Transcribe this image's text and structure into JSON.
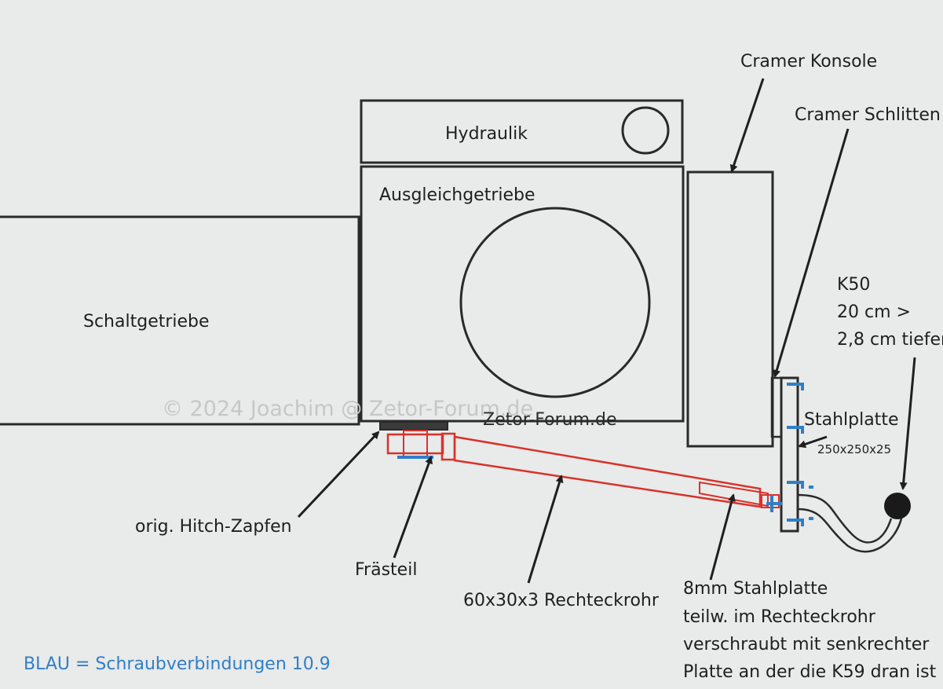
{
  "labels": {
    "hydraulik": "Hydraulik",
    "ausgleichgetriebe": "Ausgleichgetriebe",
    "schaltgetriebe": "Schaltgetriebe",
    "cramer_konsole": "Cramer Konsole",
    "cramer_schlitten": "Cramer Schlitten",
    "k50_line1": "K50",
    "k50_line2": "20 cm >",
    "k50_line3": "2,8 cm tiefer",
    "stahlplatte": "Stahlplatte",
    "stahlplatte_dim": "250x250x25",
    "hitch_zapfen": "orig. Hitch-Zapfen",
    "fraesteil": "Frästeil",
    "rechteckrohr": "60x30x3 Rechteckrohr",
    "note_line1": "8mm Stahlplatte",
    "note_line2": "teilw. im Rechteckrohr",
    "note_line3": "verschraubt mit senkrechter",
    "note_line4": "Platte an der die K59 dran ist"
  },
  "legend": "BLAU = Schraubverbindungen 10.9",
  "watermark": {
    "copyright": "© 2024 Joachim @ Zetor-Forum.de",
    "overlay": "Zetor-Forum.de"
  },
  "colors": {
    "background": "#e9eaea",
    "lines": "#2a2a2a",
    "tube": "#d8322a",
    "bolts": "#2f7fc8"
  }
}
